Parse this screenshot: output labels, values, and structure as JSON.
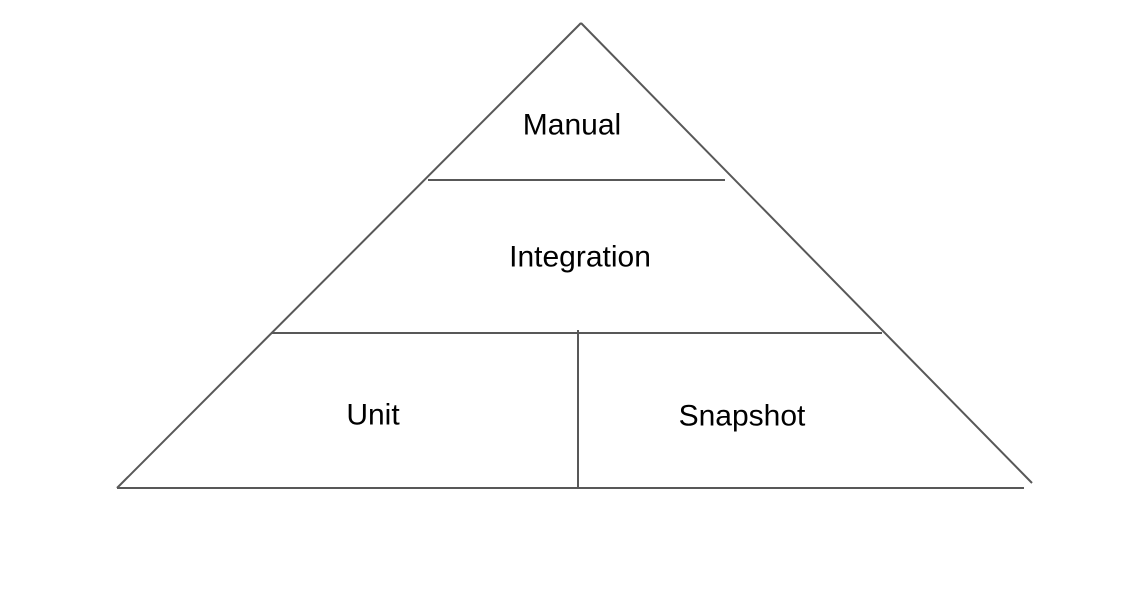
{
  "diagram": {
    "type": "pyramid",
    "levels": {
      "top": {
        "label": "Manual"
      },
      "middle": {
        "label": "Integration"
      },
      "bottom_left": {
        "label": "Unit"
      },
      "bottom_right": {
        "label": "Snapshot"
      }
    }
  },
  "colors": {
    "line": "#585858",
    "text": "#000000",
    "background": "#ffffff"
  }
}
